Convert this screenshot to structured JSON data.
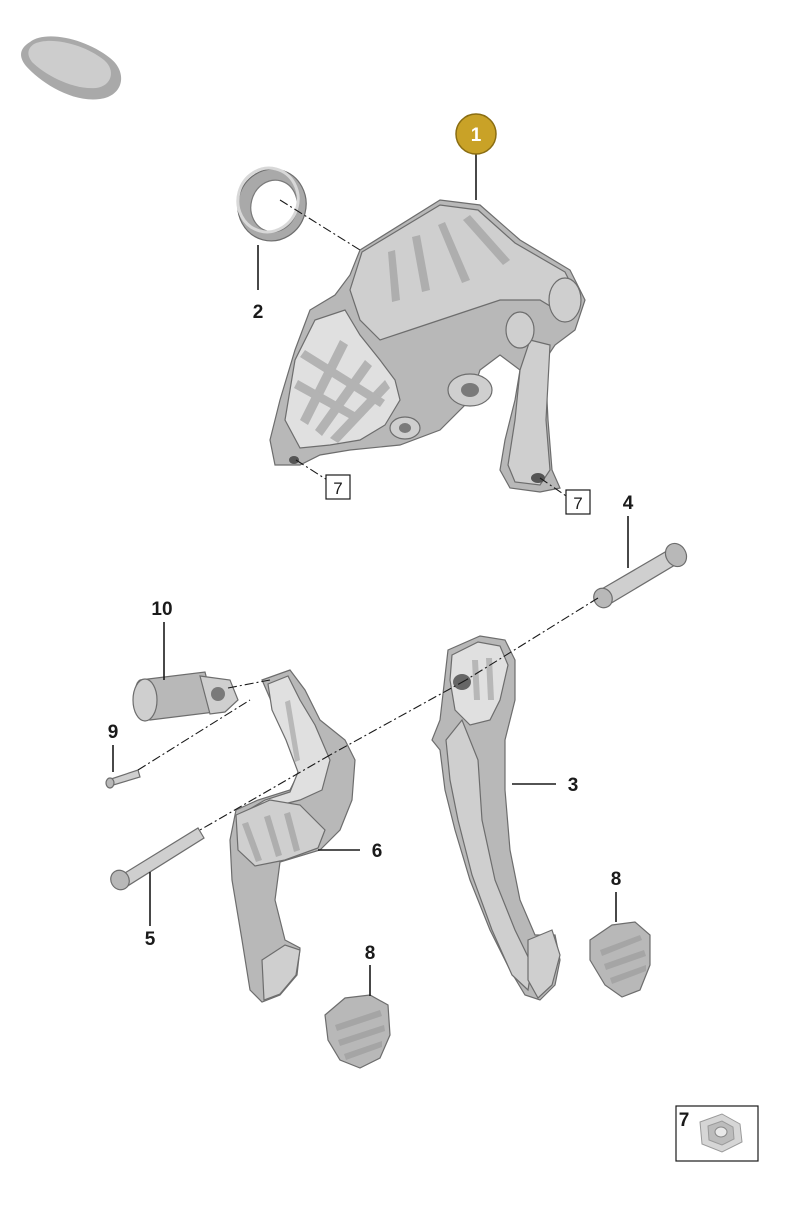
{
  "colors": {
    "highlight_badge": "#C9A227",
    "part_gray": "#B8B8B8",
    "line": "#1A1A1A"
  },
  "icons": {
    "top_left": "part-thumbnail-icon"
  },
  "callouts": {
    "c1": "1",
    "c2": "2",
    "c3": "3",
    "c4": "4",
    "c5": "5",
    "c6": "6",
    "c7a": "7",
    "c7b": "7",
    "c8a": "8",
    "c8b": "8",
    "c9": "9",
    "c10": "10"
  },
  "legend": {
    "label": "7"
  }
}
